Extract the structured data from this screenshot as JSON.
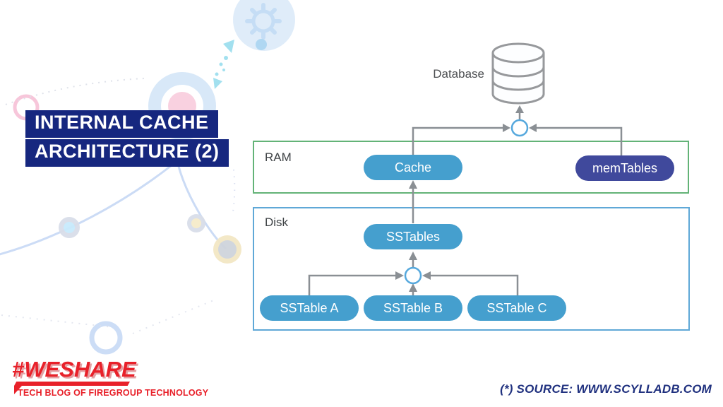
{
  "slide": {
    "title_line1": "INTERNAL CACHE",
    "title_line2": "ARCHITECTURE (2)",
    "source_note": "(*) SOURCE: WWW.SCYLLADB.COM"
  },
  "branding": {
    "logo_text": "#WESHARE",
    "tagline": "TECH BLOG OF FIREGROUP TECHNOLOGY"
  },
  "diagram": {
    "database_label": "Database",
    "ram": {
      "label": "RAM",
      "nodes": [
        {
          "id": "cache",
          "label": "Cache"
        },
        {
          "id": "memtables",
          "label": "memTables"
        }
      ]
    },
    "disk": {
      "label": "Disk",
      "nodes": [
        {
          "id": "sstables",
          "label": "SSTables"
        },
        {
          "id": "sstable-a",
          "label": "SSTable A"
        },
        {
          "id": "sstable-b",
          "label": "SSTable B"
        },
        {
          "id": "sstable-c",
          "label": "SSTable C"
        }
      ]
    },
    "icons": {
      "database": "database-cylinder-icon",
      "gear": "gear-icon",
      "junctions": "merge-junction-node"
    },
    "colors": {
      "title_bg": "#16277f",
      "pill_blue": "#459fce",
      "pill_indigo": "#40499c",
      "ram_border": "#63b377",
      "disk_border": "#5fa8d7",
      "connector_gray": "#8a8f94",
      "junction_ring": "#55a8dd",
      "brand_red": "#e8212a",
      "source_text_color": "#20317f"
    }
  }
}
